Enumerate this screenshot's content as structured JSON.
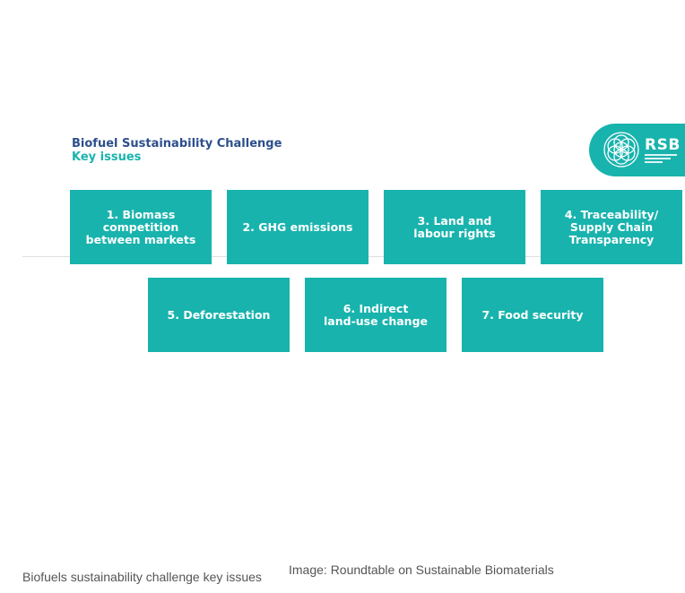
{
  "diagram": {
    "title": "Biofuel Sustainability Challenge",
    "subtitle": "Key issues",
    "logo": {
      "text": "RSB",
      "icon": "flower-of-life-icon"
    },
    "issues": [
      {
        "label": "1. Biomass\ncompetition\nbetween markets"
      },
      {
        "label": "2. GHG emissions"
      },
      {
        "label": "3. Land and\nlabour rights"
      },
      {
        "label": "4. Traceability/\nSupply Chain\nTransparency"
      },
      {
        "label": "5. Deforestation"
      },
      {
        "label": "6. Indirect\nland-use change"
      },
      {
        "label": "7. Food security"
      }
    ],
    "colors": {
      "title": "#2d4f8c",
      "accent": "#19b3ad"
    }
  },
  "caption": {
    "text": "Biofuels sustainability challenge key issues",
    "credit": "Image: Roundtable on Sustainable Biomaterials"
  }
}
